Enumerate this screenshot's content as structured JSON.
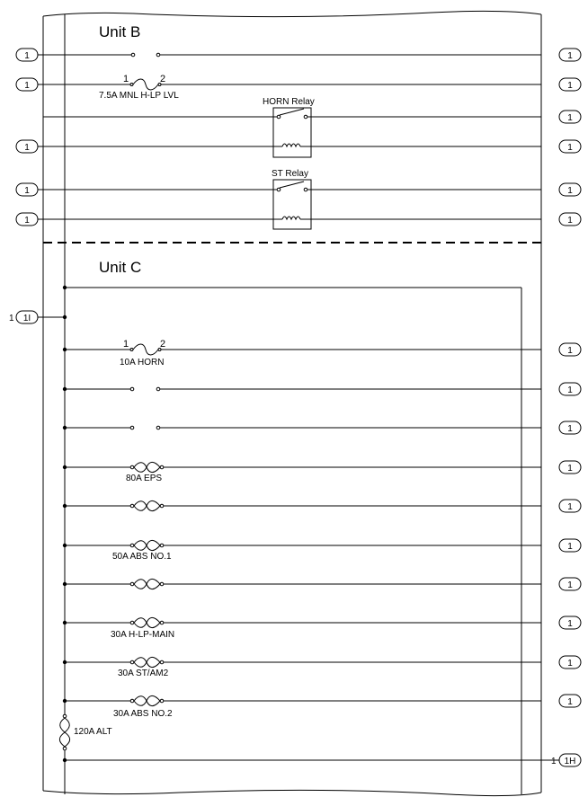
{
  "sections": {
    "unit_b": {
      "title": "Unit B"
    },
    "unit_c": {
      "title": "Unit C"
    }
  },
  "connectors": {
    "label": "1",
    "i_label": "1I",
    "h_label": "1H",
    "side_number": "1"
  },
  "unit_b": {
    "fuse": {
      "pin1": "1",
      "pin2": "2",
      "label": "7.5A MNL H-LP LVL"
    },
    "horn_relay": {
      "label": "HORN Relay"
    },
    "st_relay": {
      "label": "ST Relay"
    }
  },
  "unit_c": {
    "fuse_horn": {
      "pin1": "1",
      "pin2": "2",
      "label": "10A HORN"
    },
    "fusible_links": [
      "80A EPS",
      "",
      "50A ABS NO.1",
      "",
      "30A H-LP-MAIN",
      "30A ST/AM2",
      "30A ABS NO.2"
    ],
    "alt_link": "120A ALT"
  }
}
